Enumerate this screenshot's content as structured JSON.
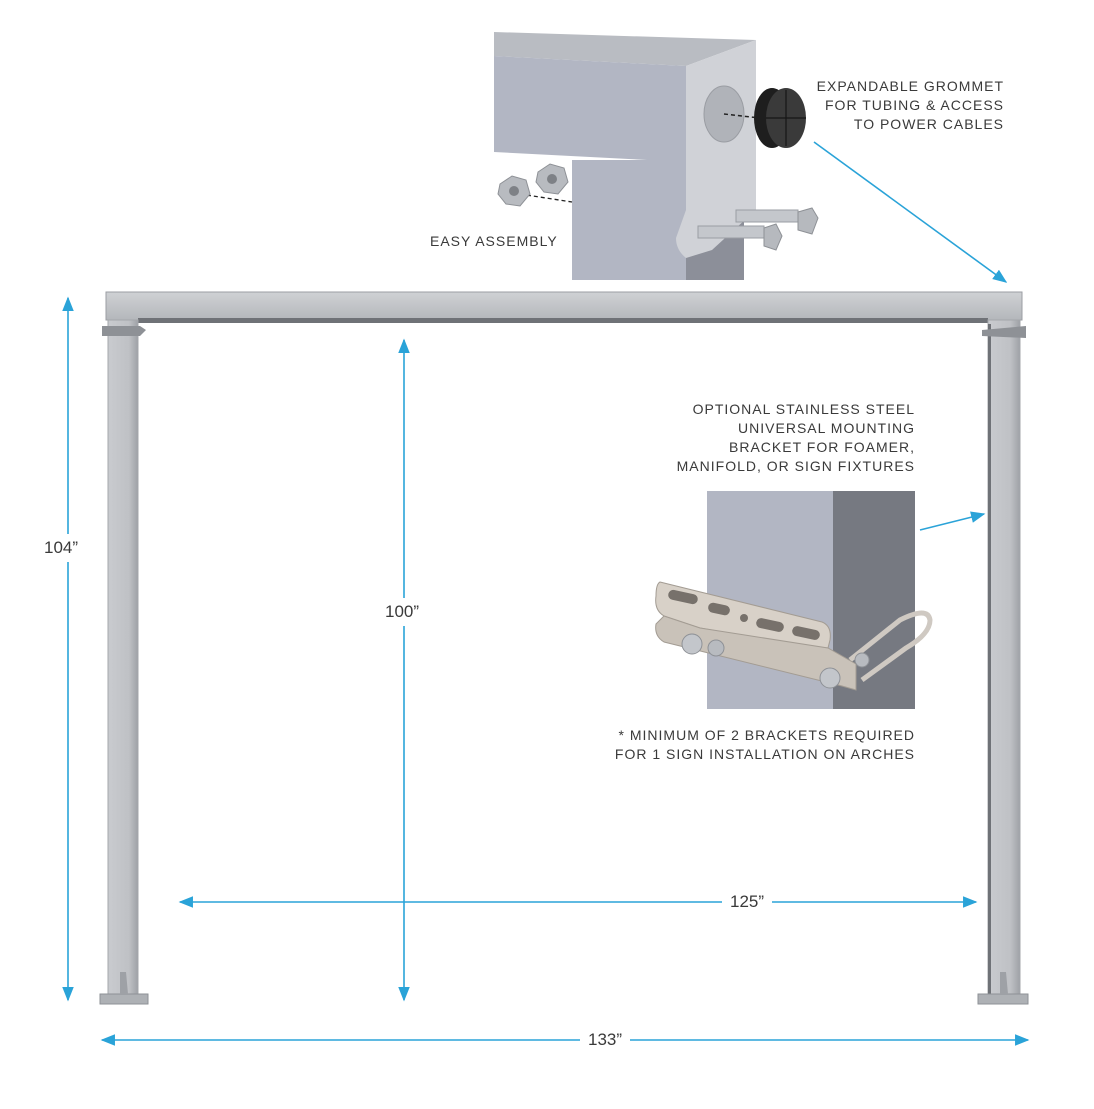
{
  "colors": {
    "dimension_arrow": "#2aa3d8",
    "frame_light": "#c6c8cc",
    "frame_mid": "#b3b6bb",
    "frame_dark": "#8e9196",
    "bracket": "#d6cfc6",
    "grommet": "#2b2b2b"
  },
  "callouts": {
    "grommet": [
      "EXPANDABLE GROMMET",
      "FOR TUBING & ACCESS",
      "TO POWER CABLES"
    ],
    "assembly": [
      "EASY ASSEMBLY"
    ],
    "bracket": [
      "OPTIONAL STAINLESS STEEL",
      "UNIVERSAL MOUNTING",
      "BRACKET FOR FOAMER,",
      "MANIFOLD, OR SIGN FIXTURES"
    ],
    "note": [
      "* MINIMUM OF 2 BRACKETS REQUIRED",
      "FOR 1 SIGN INSTALLATION ON ARCHES"
    ]
  },
  "dimensions": {
    "overall_height": "104”",
    "clear_height": "100”",
    "clear_width": "125”",
    "overall_width": "133”"
  }
}
